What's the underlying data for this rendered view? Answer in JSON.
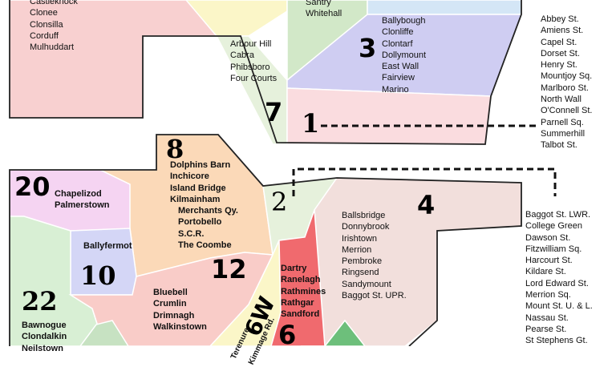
{
  "districts": [
    {
      "id": "d15",
      "number": "",
      "color": "#f8d0d0",
      "places": [
        "Castleknock",
        "Clonee",
        "Clonsilla",
        "Corduff",
        "Mulhuddart"
      ]
    },
    {
      "id": "d7",
      "number": "7",
      "color": "#e6f1dc",
      "places": [
        "Arbour Hill",
        "Cabra",
        "Phibsboro",
        "Four Courts"
      ]
    },
    {
      "id": "d9",
      "number": "",
      "color": "#d2e8c8",
      "places": [
        "Santry",
        "Whitehall"
      ]
    },
    {
      "id": "d3",
      "number": "3",
      "color": "#cfcdf2",
      "places": [
        "Ballybough",
        "Clonliffe",
        "Clontarf",
        "Dollymount",
        "East Wall",
        "Fairview",
        "Marino"
      ]
    },
    {
      "id": "d1",
      "number": "1",
      "color": "#fadcdf",
      "places": [
        "Abbey St.",
        "Amiens St.",
        "Capel St.",
        "Dorset St.",
        "Henry St.",
        "Mountjoy Sq.",
        "Marlboro St.",
        "North Wall",
        "O'Connell St.",
        "Parnell Sq.",
        "Summerhill",
        "Talbot St."
      ]
    },
    {
      "id": "d8",
      "number": "8",
      "color": "#fbd9b8",
      "places": [
        "Dolphins Barn",
        "Inchicore",
        "Island Bridge",
        "Kilmainham",
        "Merchants Qy.",
        "Portobello",
        "S.C.R.",
        "The Coombe"
      ]
    },
    {
      "id": "d20",
      "number": "20",
      "color": "#f5d4f2",
      "places": [
        "Chapelizod",
        "Palmerstown"
      ]
    },
    {
      "id": "d2",
      "number": "2",
      "color": "#e6f1dc",
      "places": [
        "Baggot St. LWR.",
        "College Green",
        "Dawson St.",
        "Fitzwilliam Sq.",
        "Harcourt St.",
        "Kildare St.",
        "Lord Edward St.",
        "Merrion Sq.",
        "Mount St. U. & L.",
        "Nassau St.",
        "Pearse St.",
        "St Stephens Gt."
      ]
    },
    {
      "id": "d4",
      "number": "4",
      "color": "#f2dfdc",
      "places": [
        "Ballsbridge",
        "Donnybrook",
        "Irishtown",
        "Merrion",
        "Pembroke",
        "Ringsend",
        "Sandymount",
        "Baggot St. UPR."
      ]
    },
    {
      "id": "d10",
      "number": "10",
      "color": "#d4d6f6",
      "places": [
        "Ballyfermot"
      ]
    },
    {
      "id": "d12",
      "number": "12",
      "color": "#f9ccc8",
      "places": [
        "Bluebell",
        "Crumlin",
        "Drimnagh",
        "Walkinstown"
      ]
    },
    {
      "id": "d22",
      "number": "22",
      "color": "#d8efd4",
      "places": [
        "Bawnogue",
        "Clondalkin",
        "Neilstown"
      ]
    },
    {
      "id": "d6",
      "number": "6",
      "color": "#f06a6e",
      "places": [
        "Dartry",
        "Ranelagh",
        "Rathmines",
        "Rathgar",
        "Sandford"
      ]
    },
    {
      "id": "d6w",
      "number": "6W",
      "color": "#fbf6c8",
      "places": [
        "Terenure",
        "Kimmage Rd."
      ]
    }
  ]
}
